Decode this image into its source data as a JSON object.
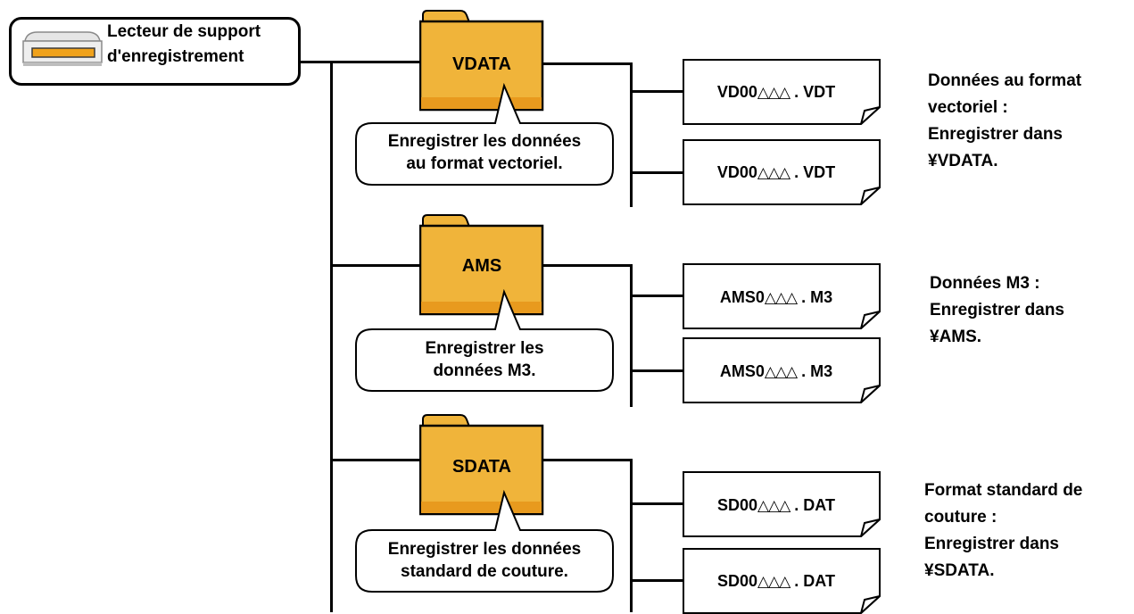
{
  "root": {
    "label_line1": "Lecteur de support",
    "label_line2": "d'enregistrement"
  },
  "colors": {
    "folder_fill": "#f0b43a",
    "folder_fill_dark": "#e89a1e",
    "drive_slot": "#f0a21b",
    "line": "#000000"
  },
  "groups": [
    {
      "folder": "VDATA",
      "callout": [
        "Enregistrer les données",
        "au format vectoriel."
      ],
      "files": [
        {
          "prefix": "VD00",
          "marks": "△△△",
          "ext": ". VDT"
        },
        {
          "prefix": "VD00",
          "marks": "△△△",
          "ext": ". VDT"
        }
      ],
      "description": [
        "Données au format",
        "vectoriel :",
        "Enregistrer dans",
        "¥VDATA."
      ]
    },
    {
      "folder": "AMS",
      "callout": [
        "Enregistrer les",
        "données M3."
      ],
      "files": [
        {
          "prefix": "AMS0",
          "marks": "△△△",
          "ext": ". M3"
        },
        {
          "prefix": "AMS0",
          "marks": "△△△",
          "ext": ". M3"
        }
      ],
      "description": [
        "Données M3 :",
        "Enregistrer dans",
        "¥AMS."
      ]
    },
    {
      "folder": "SDATA",
      "callout": [
        "Enregistrer les données",
        "standard de couture."
      ],
      "files": [
        {
          "prefix": "SD00",
          "marks": "△△△",
          "ext": ". DAT"
        },
        {
          "prefix": "SD00",
          "marks": "△△△",
          "ext": ". DAT"
        }
      ],
      "description": [
        "Format standard de",
        "couture :",
        "Enregistrer dans",
        "¥SDATA."
      ]
    }
  ]
}
